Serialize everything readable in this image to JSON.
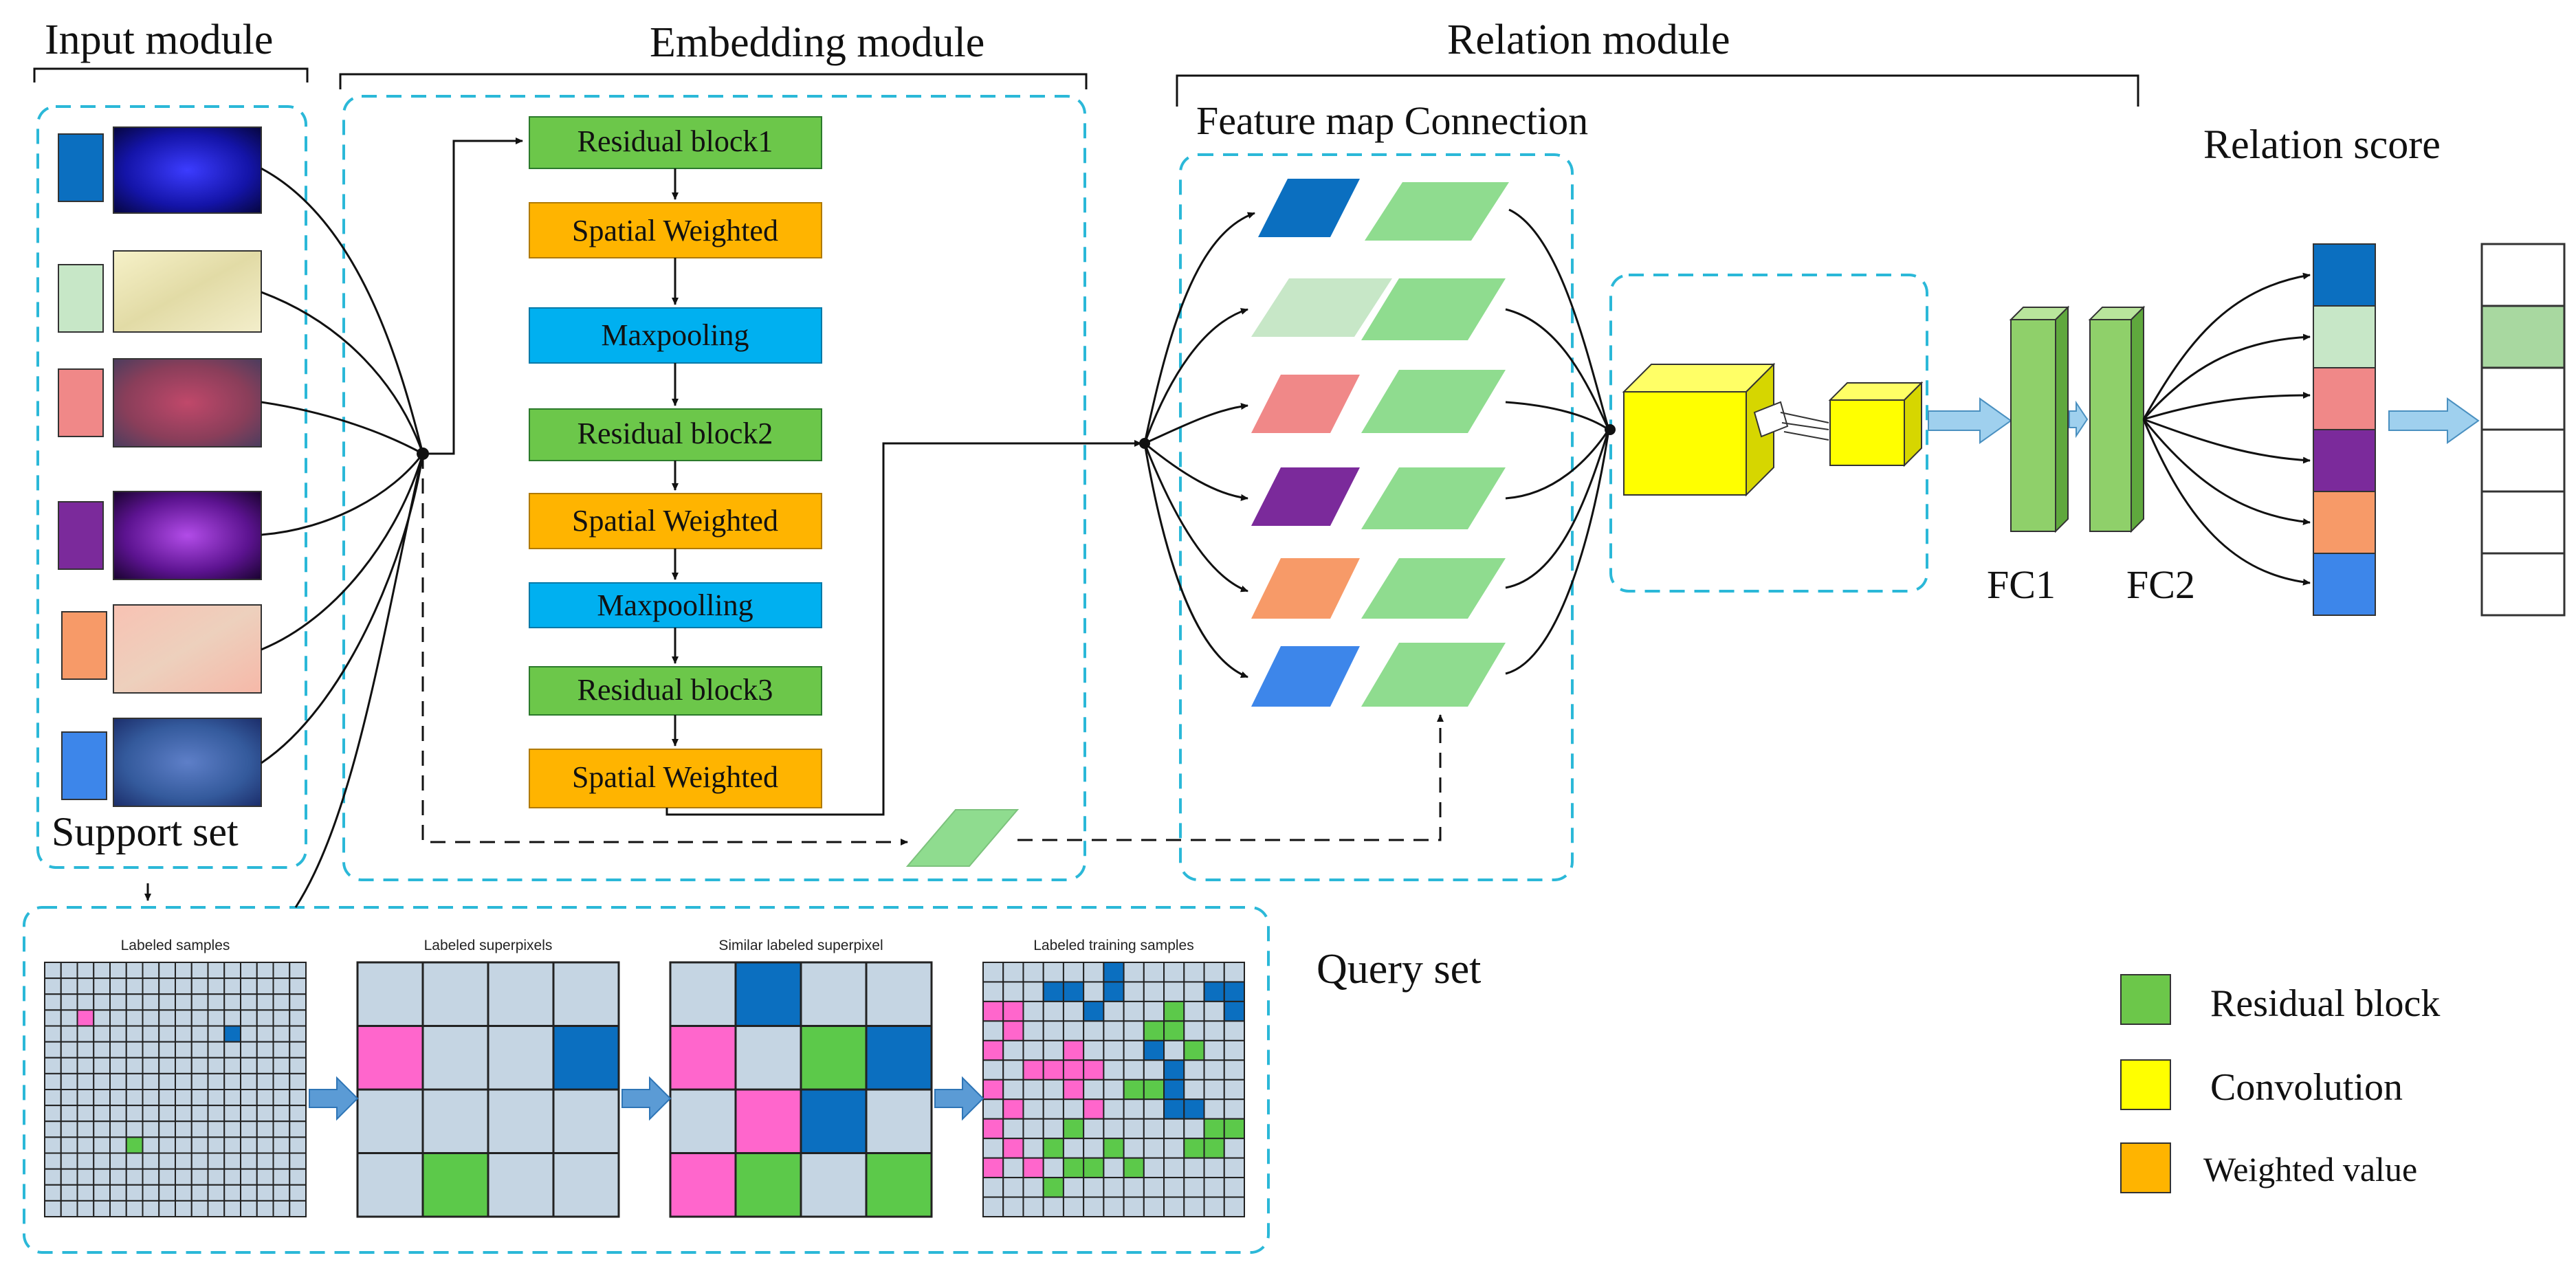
{
  "modules": {
    "input": "Input module",
    "embedding": "Embedding module",
    "relation": "Relation module"
  },
  "labels": {
    "feature_map_connection": "Feature map Connection",
    "relation_score": "Relation score",
    "support_set": "Support set",
    "query_set": "Query set",
    "fc1": "FC1",
    "fc2": "FC2"
  },
  "embedding_blocks": [
    {
      "label": "Residual block1",
      "kind": "residual"
    },
    {
      "label": "Spatial Weighted",
      "kind": "weighted"
    },
    {
      "label": "Maxpooling",
      "kind": "pool"
    },
    {
      "label": "Residual block2",
      "kind": "residual"
    },
    {
      "label": "Spatial Weighted",
      "kind": "weighted"
    },
    {
      "label": "Maxpoolling",
      "kind": "pool"
    },
    {
      "label": "Residual block3",
      "kind": "residual"
    },
    {
      "label": "Spatial Weighted",
      "kind": "weighted"
    }
  ],
  "query_panels": [
    "Labeled samples",
    "Labeled superpixels",
    "Similar labeled superpixel",
    "Labeled training samples"
  ],
  "legend": [
    {
      "label": "Residual block",
      "color": "#6cc74a"
    },
    {
      "label": "Convolution",
      "color": "#ffff00"
    },
    {
      "label": "Weighted value",
      "color": "#ffb400"
    }
  ],
  "colors": {
    "class_colors": [
      "#0b6fc0",
      "#c7e7c7",
      "#f08888",
      "#7b2a9b",
      "#f79a68",
      "#3d86ea"
    ],
    "residual": "#6cc74a",
    "weighted": "#ffb400",
    "pool": "#00b0f0",
    "feature_green": "#8fdc8f",
    "convolution": "#ffff00",
    "fc": "#8fd06a",
    "dashed_box": "#2bb8d8",
    "grid_cell": "#c5d5e3",
    "pink": "#ff66cc",
    "blue": "#0b6fc0",
    "green": "#5cc94a"
  },
  "relation_score_highlight_index": 1
}
